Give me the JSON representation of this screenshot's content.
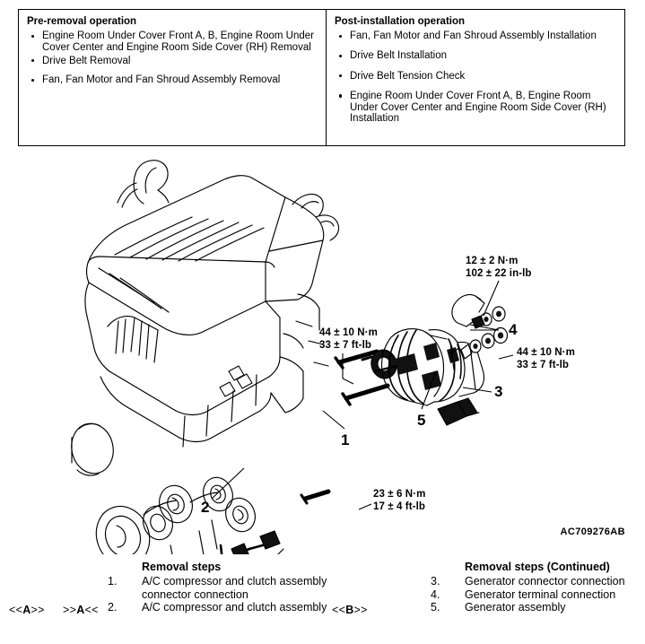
{
  "operation_box": {
    "left_panel": {
      "title": "Pre-removal operation",
      "items": [
        "Engine Room Under Cover Front A, B, Engine Room Under Cover Center and Engine Room Side Cover (RH) Removal",
        "Drive Belt Removal",
        "Fan, Fan Motor and Fan Shroud Assembly Removal"
      ]
    },
    "right_panel": {
      "title": "Post-installation operation",
      "items": [
        "Fan, Fan Motor and Fan Shroud Assembly Installation",
        "Drive Belt Installation",
        "Drive Belt Tension Check",
        "Engine Room Under Cover Front A, B, Engine Room Under Cover Center and Engine Room Side Cover (RH) Installation"
      ]
    }
  },
  "diagram": {
    "drawing_code": "AC709276AB",
    "callouts": [
      {
        "id": "callout-1",
        "label": "1"
      },
      {
        "id": "callout-2",
        "label": "2"
      },
      {
        "id": "callout-3",
        "label": "3"
      },
      {
        "id": "callout-4",
        "label": "4"
      },
      {
        "id": "callout-5",
        "label": "5"
      }
    ],
    "torque_specs": [
      {
        "id": "torque-generator-terminal",
        "metric": "12 ± 2 N·m",
        "imperial": "102 ± 22 in-lb"
      },
      {
        "id": "torque-generator-bolt-left",
        "metric": "44 ± 10 N·m",
        "imperial": "33 ± 7 ft-lb"
      },
      {
        "id": "torque-generator-bolt-right",
        "metric": "44 ± 10 N·m",
        "imperial": "33 ± 7 ft-lb"
      },
      {
        "id": "torque-compressor-bolt",
        "metric": "23 ± 6 N·m",
        "imperial": "17 ± 4 ft-lb"
      }
    ]
  },
  "removal_steps": {
    "left": {
      "title": "Removal steps",
      "items": [
        {
          "no": "1.",
          "text": "A/C compressor and clutch assembly connector connection"
        },
        {
          "no": "2.",
          "text": "A/C compressor and clutch assembly"
        }
      ],
      "markers": [
        {
          "id": "marker-a-remove",
          "pre": "<<",
          "letter": "A",
          "post": ">>"
        },
        {
          "id": "marker-a-install",
          "pre": ">>",
          "letter": "A",
          "post": "<<"
        }
      ]
    },
    "right": {
      "title": "Removal steps (Continued)",
      "items": [
        {
          "no": "3.",
          "text": "Generator connector connection"
        },
        {
          "no": "4.",
          "text": "Generator terminal connection"
        },
        {
          "no": "5.",
          "text": "Generator assembly"
        }
      ],
      "markers": [
        {
          "id": "marker-b-remove",
          "pre": "<<",
          "letter": "B",
          "post": ">>"
        }
      ]
    }
  }
}
